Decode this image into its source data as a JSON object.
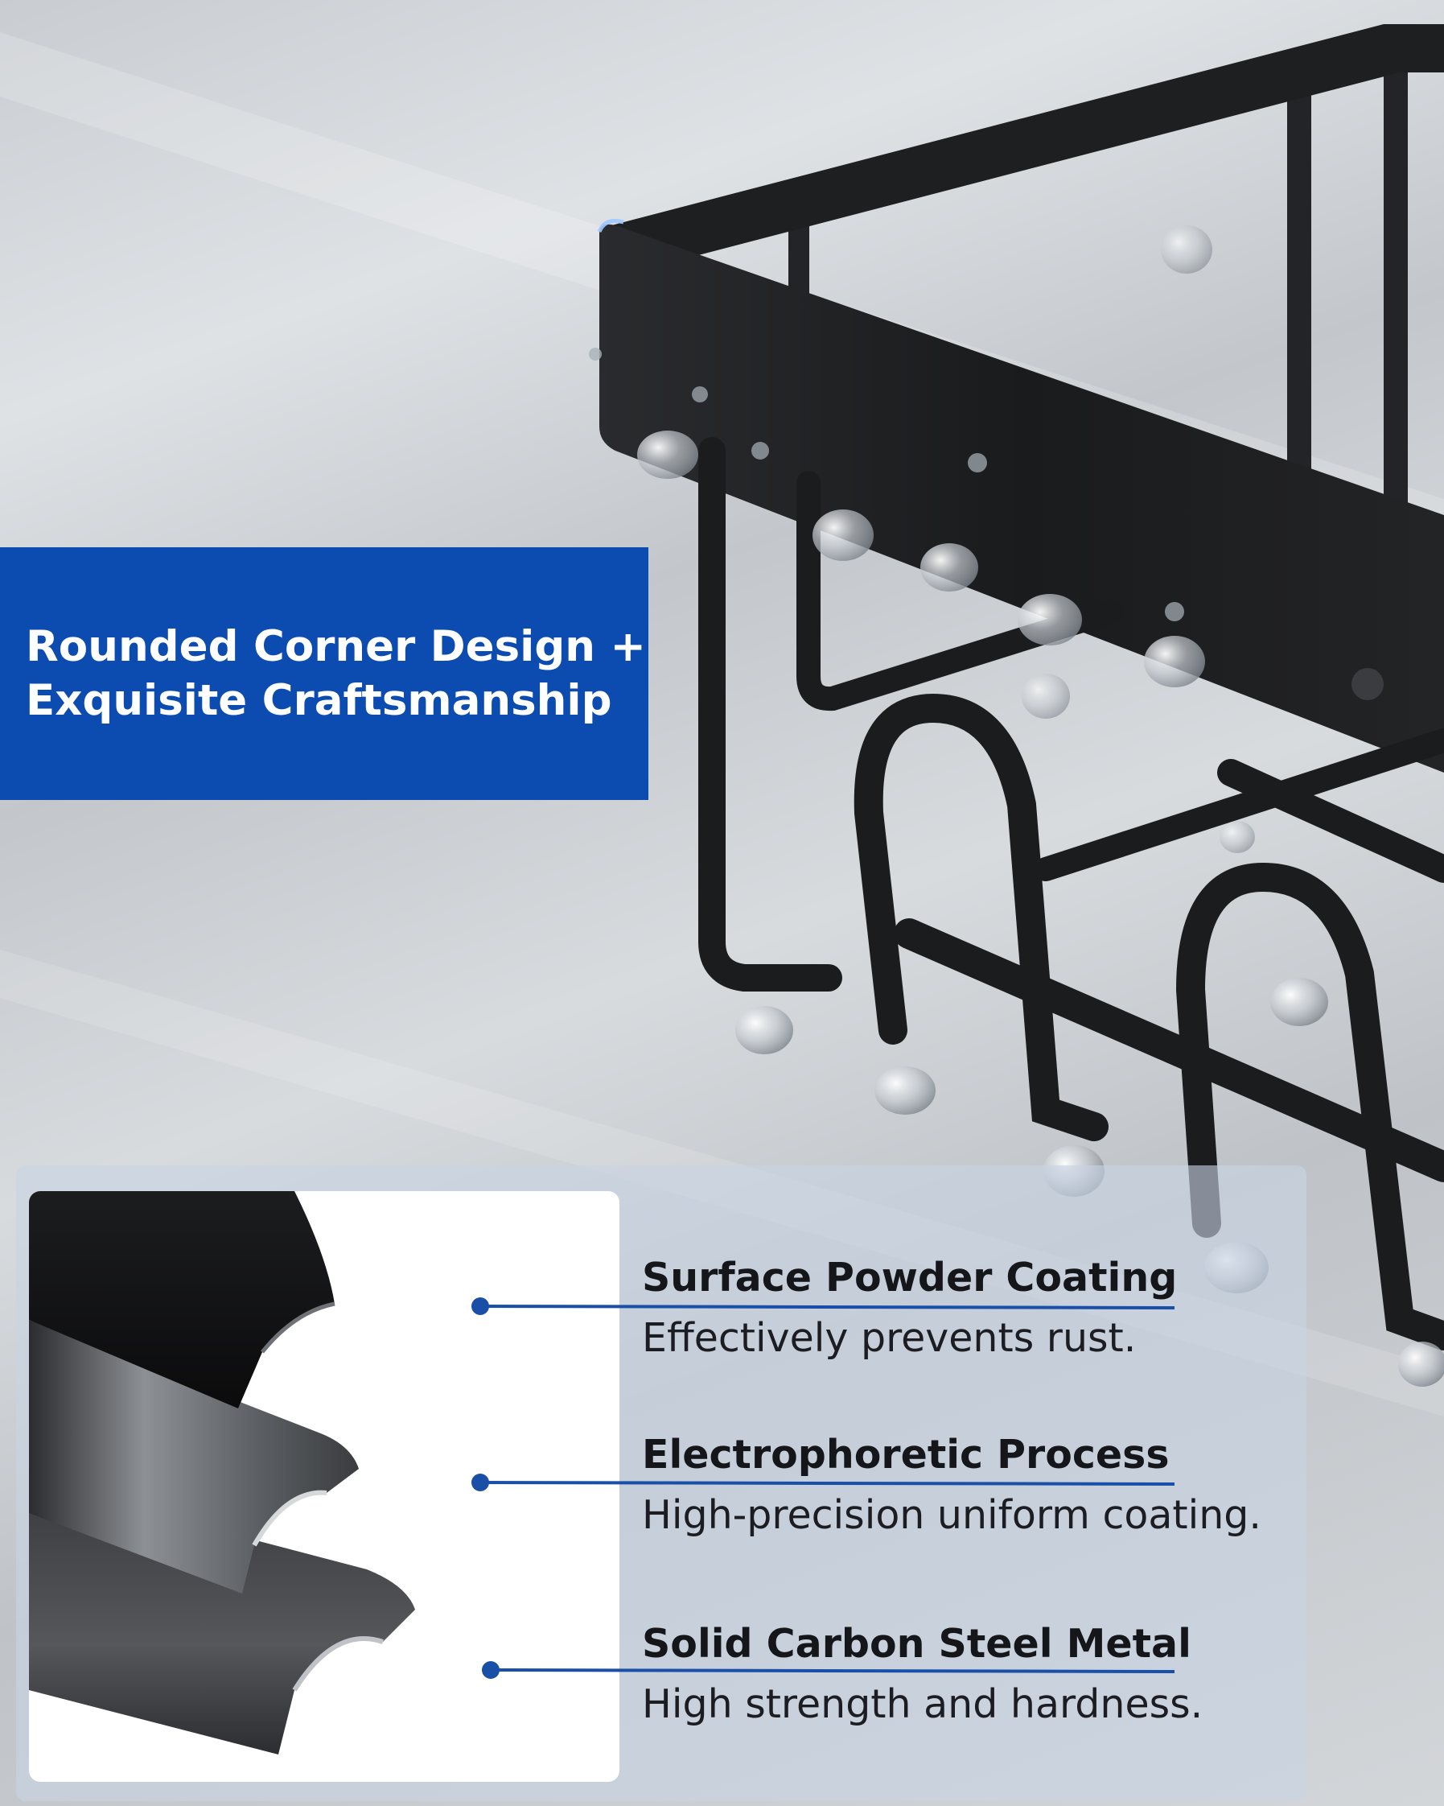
{
  "banner": {
    "title_line1": "Rounded Corner Design +",
    "title_line2": "Exquisite Craftsmanship",
    "color": "#0c4cb0"
  },
  "features": [
    {
      "title": "Surface Powder Coating",
      "desc": "Effectively prevents rust."
    },
    {
      "title": "Electrophoretic Process",
      "desc": "High-precision uniform coating."
    },
    {
      "title": "Solid Carbon Steel Metal",
      "desc": "High strength and hardness."
    }
  ],
  "colors": {
    "accent_line": "#1a4fa8",
    "rack": "#1b1c1e"
  },
  "icons": [
    "shower-caddy-rack-photo",
    "metal-layers-illustration"
  ]
}
